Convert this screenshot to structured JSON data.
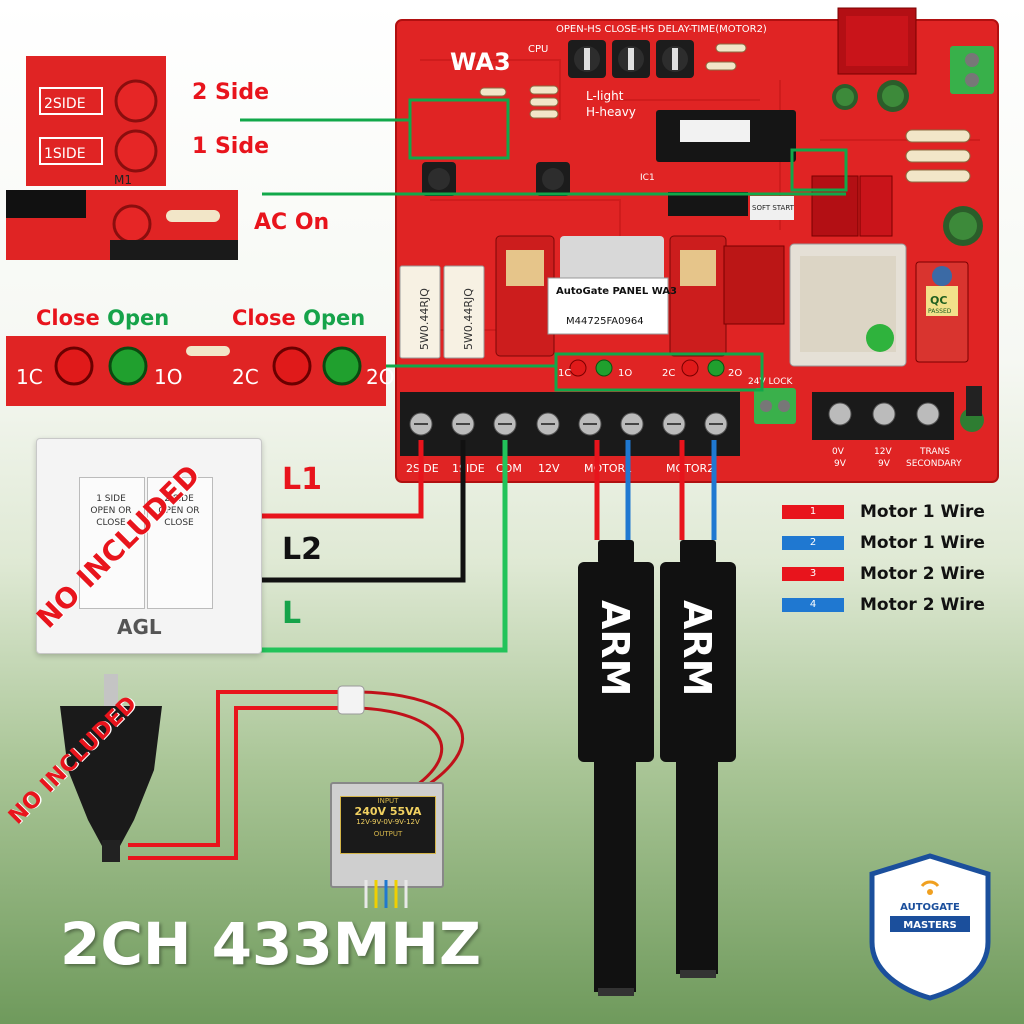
{
  "board": {
    "model": "WA3",
    "top_label": "OPEN-HS CLOSE-HS DELAY-TIME(MOTOR2)",
    "cpu_label": "CPU",
    "light_label": "L-light",
    "heavy_label": "H-heavy",
    "ic_label": "IC1",
    "soft_start": "SOFT START",
    "sticker_title": "AutoGate PANEL WA3",
    "sticker_code": "M44725FA0964",
    "resistor_label": "5W0.44RJQ",
    "qc_label": "QC",
    "qc_sub": "PASSED",
    "lock_label": "24V LOCK",
    "led_labels": [
      "1C",
      "1O",
      "2C",
      "2O"
    ],
    "terminal_labels": [
      "2SIDE",
      "1SIDE",
      "COM",
      "12V",
      "MOTOR1",
      "MOTOR2"
    ],
    "transformer_terminal_labels": [
      "0V",
      "12V",
      "TRANS",
      "9V",
      "9V",
      "SECONDARY"
    ]
  },
  "callouts": {
    "two_side": "2 Side",
    "one_side": "1 Side",
    "ac_on": "AC On",
    "pair1": {
      "close": "Close",
      "open": "Open"
    },
    "pair2": {
      "close": "Close",
      "open": "Open"
    },
    "inset_m1": {
      "label_2side": "2SIDE",
      "label_1side": "1SIDE",
      "label_m": "M1"
    },
    "inset_leds": {
      "l1c": "1C",
      "l1o": "1O",
      "l2c": "2C",
      "l2o": "2O"
    }
  },
  "switch": {
    "left_text": "1 SIDE OPEN OR CLOSE",
    "right_text": "2 SIDE OPEN OR CLOSE",
    "brand": "AGL",
    "not_included": "NO INCLUDED"
  },
  "wires": {
    "l1": "L1",
    "l2": "L2",
    "l": "L"
  },
  "plug": {
    "not_included": "NO INCLUDED"
  },
  "transformer": {
    "input": "INPUT",
    "rating": "240V 55VA",
    "taps": "12V-9V-0V-9V-12V",
    "output": "OUTPUT"
  },
  "legend": [
    {
      "num": "1",
      "label": "Motor 1 Wire",
      "color": "#e8141c"
    },
    {
      "num": "2",
      "label": "Motor 1 Wire",
      "color": "#1f78d1"
    },
    {
      "num": "3",
      "label": "Motor 2 Wire",
      "color": "#e8141c"
    },
    {
      "num": "4",
      "label": "Motor 2 Wire",
      "color": "#1f78d1"
    }
  ],
  "arms": [
    "ARM",
    "ARM"
  ],
  "bottom_title": "2CH 433MHZ",
  "logo": {
    "top": "AUTOGATE",
    "bottom": "MASTERS"
  },
  "colors": {
    "board": "#e52222",
    "wire_red": "#e8141c",
    "wire_blue": "#1f78d1",
    "wire_green": "#22c35a",
    "wire_black": "#111111",
    "callout_green": "#11a84a",
    "callout_red": "#e8141c"
  }
}
